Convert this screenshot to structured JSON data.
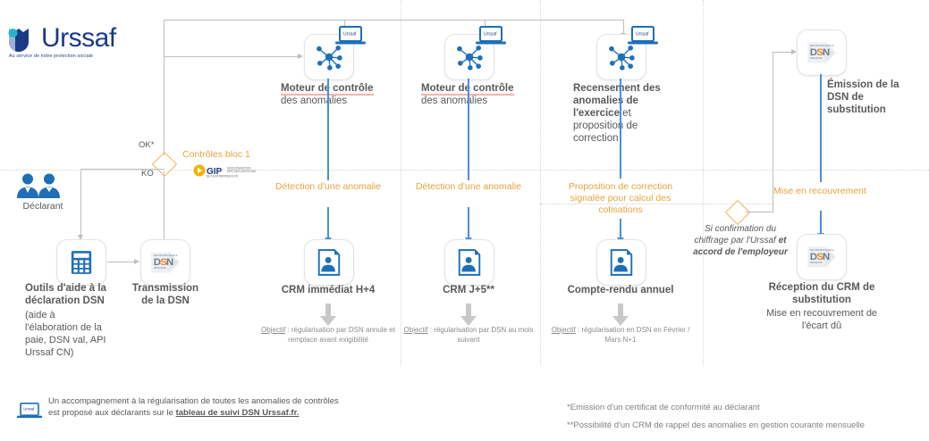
{
  "brand": {
    "name": "Urssaf",
    "tagline": "Au service de notre protection sociale",
    "logo_color": "#1b3a86",
    "accent_orange": "#e8a33d",
    "accent_blue": "#4a90d9",
    "underline_color": "#f3b3ad"
  },
  "actor": {
    "label": "Déclarant",
    "icon": "two-people-icon"
  },
  "gate": {
    "ok_label": "OK*",
    "ko_label": "KO",
    "controls_label": "Contrôles bloc 1",
    "partner_logo": {
      "name": "GIP",
      "sub": "MDS",
      "tagline": "NET-ENTREPRISES.FR"
    }
  },
  "nodes": {
    "tools": {
      "icon": "calculator-icon",
      "title": "Outils d'aide à la déclaration DSN",
      "subtitle": "(aide à l'élaboration de la paie, DSN val, API Urssaf CN)"
    },
    "transmission": {
      "icon": "dsn-logo-icon",
      "title": "Transmission de la DSN"
    },
    "engine1": {
      "icon": "network-nodes-icon",
      "badge_icon": "laptop-urssaf-icon",
      "title_bold": "Moteur de contrôle",
      "title_rest": " des anomalies",
      "underlined": true
    },
    "engine2": {
      "icon": "network-nodes-icon",
      "badge_icon": "laptop-urssaf-icon",
      "title_bold": "Moteur de contrôle",
      "title_rest": " des anomalies",
      "underlined": true
    },
    "engine3": {
      "icon": "network-nodes-icon",
      "badge_icon": "laptop-urssaf-icon",
      "title_bold": "Recensement des anomalies de l'exercice",
      "title_rest": " et proposition de correction",
      "underlined": false
    },
    "crm1": {
      "icon": "report-document-icon",
      "flow_label": "Détection d'une anomalie",
      "title": "CRM immédiat H+4",
      "objective_prefix": "Objectif",
      "objective": " : régularisation par DSN annule et remplace avant exigibilité"
    },
    "crm2": {
      "icon": "report-document-icon",
      "flow_label": "Détection d'une anomalie",
      "title": "CRM J+5**",
      "objective_prefix": "Objectif",
      "objective": " : régularisation par DSN au mois suivant"
    },
    "crm3": {
      "icon": "report-document-icon",
      "flow_label": "Proposition de correction signalée pour calcul des cotisations",
      "title": "Compte-rendu annuel",
      "objective_prefix": "Objectif",
      "objective": " : régularisation en DSN en Février / Mars N+1"
    },
    "substitution": {
      "icon": "dsn-logo-icon",
      "title": "Émission de la DSN de substitution"
    },
    "reception": {
      "icon": "dsn-logo-icon",
      "flow_label": "Mise en recouvrement",
      "title": "Réception du CRM de substitution",
      "subtitle": "Mise en recouvrement de l'écart dû"
    }
  },
  "condition": {
    "text_italic": "Si confirmation du chiffrage par l'Urssaf",
    "text_bold_italic": "et accord de l'employeur"
  },
  "footer": {
    "icon": "laptop-urssaf-icon",
    "text_plain": "Un accompagnement à la régularisation de toutes les anomalies de contrôles est proposé aux déclarants sur le ",
    "text_link": "tableau de suivi DSN Urssaf.fr.",
    "footnote1": "*Emission d'un certificat de conformité au déclarant",
    "footnote2": "**Possibilité d'un CRM de rappel des anomalies en gestion courante mensuelle"
  }
}
